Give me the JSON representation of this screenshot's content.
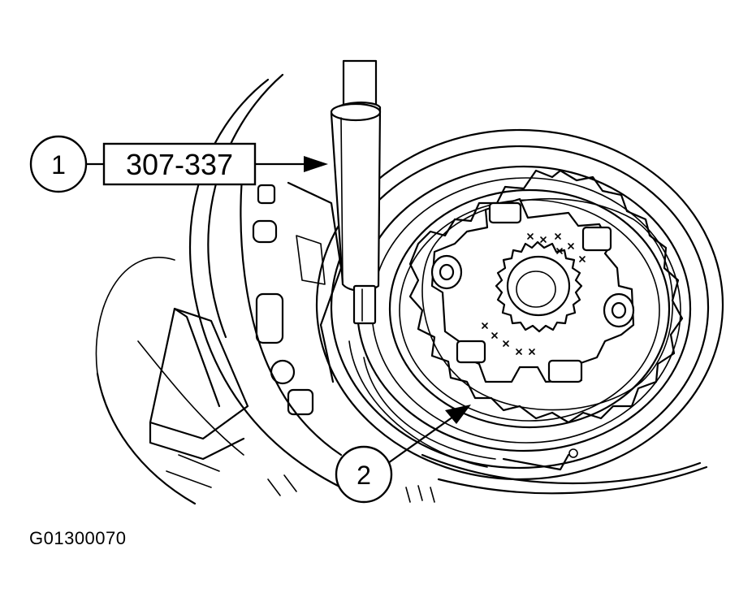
{
  "callouts": [
    {
      "number": "1",
      "label": "307-337"
    },
    {
      "number": "2"
    }
  ],
  "figure_id": "G01300070"
}
